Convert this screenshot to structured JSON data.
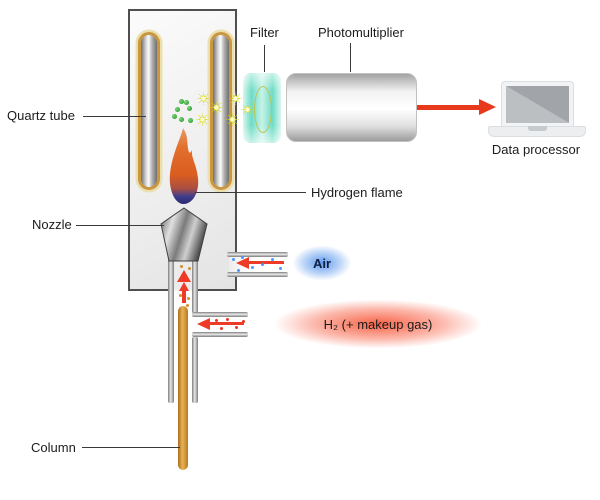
{
  "labels": {
    "quartz_tube": "Quartz tube",
    "nozzle": "Nozzle",
    "filter": "Filter",
    "photomultiplier": "Photomultiplier",
    "hydrogen_flame": "Hydrogen flame",
    "air": "Air",
    "h2": "H₂ (+ makeup gas)",
    "data_processor": "Data processor",
    "column": "Column"
  },
  "colors": {
    "arrow_red": "#e8391d",
    "flow_arrow_red": "#ee3b28",
    "flame_orange": "#dd5f22",
    "flame_blue": "#32327e",
    "air_glow_blue": "#5896ee",
    "h2_glow_red": "#f75638",
    "filter_teal": "#6fdcc6",
    "quartz_gold": "#c9973f",
    "column_orange": "#cf8c2a",
    "particle_green": "#3db33d",
    "photon_yellow": "#d8d828"
  },
  "particles": {
    "green_emission": [
      [
        177,
        109
      ],
      [
        181,
        101
      ],
      [
        186,
        102
      ],
      [
        174,
        116
      ],
      [
        181,
        119
      ],
      [
        189,
        108
      ],
      [
        190,
        120
      ]
    ],
    "photons": [
      [
        203,
        98
      ],
      [
        235,
        98
      ],
      [
        216,
        107
      ],
      [
        202,
        119
      ],
      [
        232,
        119
      ],
      [
        247,
        109
      ]
    ],
    "air_molecules": [
      [
        233,
        259
      ],
      [
        242,
        257
      ],
      [
        252,
        267
      ],
      [
        262,
        264
      ],
      [
        272,
        259
      ],
      [
        280,
        268
      ],
      [
        238,
        270
      ]
    ],
    "h2_molecules": [
      [
        216,
        320
      ],
      [
        227,
        319
      ],
      [
        236,
        327
      ],
      [
        243,
        321
      ],
      [
        221,
        328
      ]
    ],
    "sample_molecules": [
      [
        181,
        266
      ],
      [
        189,
        268
      ],
      [
        180,
        295
      ],
      [
        188,
        298
      ],
      [
        187,
        305
      ]
    ]
  }
}
